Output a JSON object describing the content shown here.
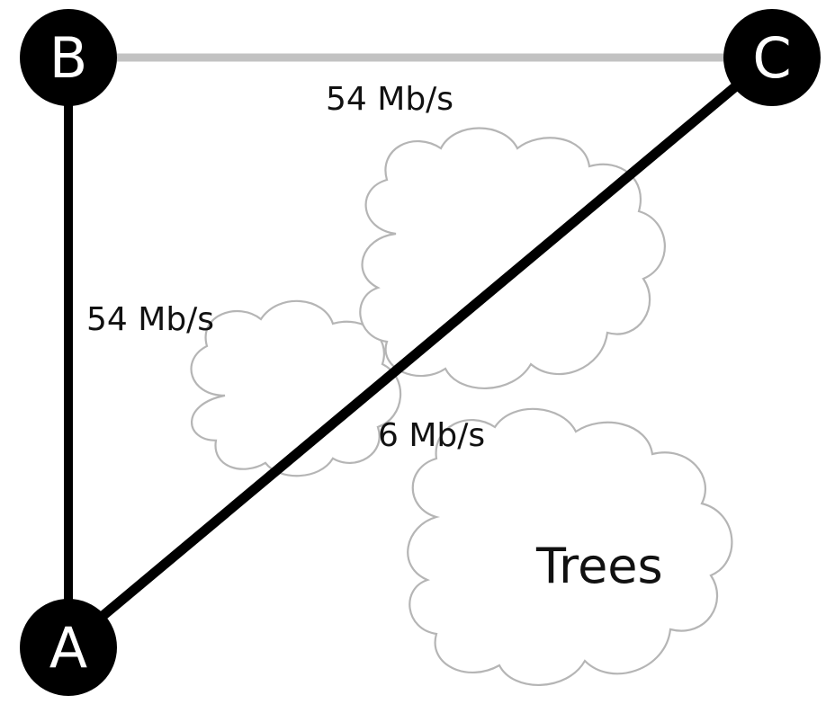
{
  "nodes": [
    {
      "id": "A",
      "label": "A"
    },
    {
      "id": "B",
      "label": "B"
    },
    {
      "id": "C",
      "label": "C"
    }
  ],
  "links": [
    {
      "from": "B",
      "to": "C",
      "label": "54 Mb/s",
      "color": "#c2c2c2"
    },
    {
      "from": "B",
      "to": "A",
      "label": "54 Mb/s",
      "color": "#000000"
    },
    {
      "from": "A",
      "to": "C",
      "label": "6 Mb/s",
      "color": "#000000"
    }
  ],
  "obstacle": {
    "label": "Trees",
    "icon": "tree-cloud-icon"
  },
  "colors": {
    "node_fill": "#000000",
    "node_text": "#ffffff",
    "cloud_stroke": "#b5b5b5"
  }
}
